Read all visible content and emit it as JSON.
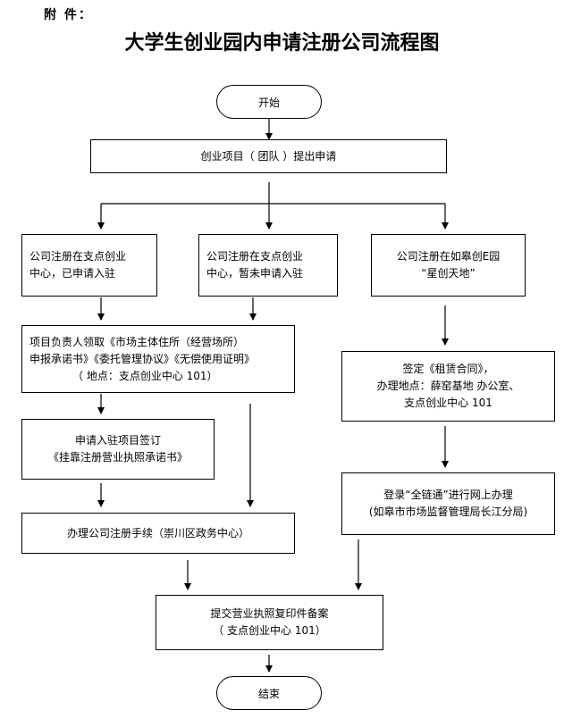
{
  "header": {
    "attachment": "附 件：",
    "title": "大学生创业园内申请注册公司流程图"
  },
  "flow": {
    "start": "开始",
    "proposal": "创业项目（  团队  ）提出申请",
    "branch_a": [
      "公司注册在支点创业",
      "中心，已申请入驻"
    ],
    "branch_b": [
      "公司注册在支点创业",
      "中心，暂未申请入驻"
    ],
    "branch_c": [
      "公司注册在如皋创E园",
      "“星创天地”"
    ],
    "collect_forms": [
      "项目负责人领取《市场主体住所（经营场所）",
      "申报承诺书》《委托管理协议》《无偿使用证明》",
      "（  地点：支点创业中心 101）"
    ],
    "sign_commitment": [
      "申请入驻项目签订",
      "《挂靠注册营业执照承诺书》"
    ],
    "register_office": "办理公司注册手续（崇川区政务中心）",
    "sign_lease": [
      "签定《租赁合同》，",
      "办理地点：薛窑基地  办公室、",
      "支点创业中心 101"
    ],
    "online_process": [
      "登录“全链通”进行网上办理",
      "(如皋市市场监督管理局长江分局)"
    ],
    "submit_copy": [
      "提交营业执照复印件备案",
      "（  支点创业中心 101）"
    ],
    "end": "结束"
  }
}
